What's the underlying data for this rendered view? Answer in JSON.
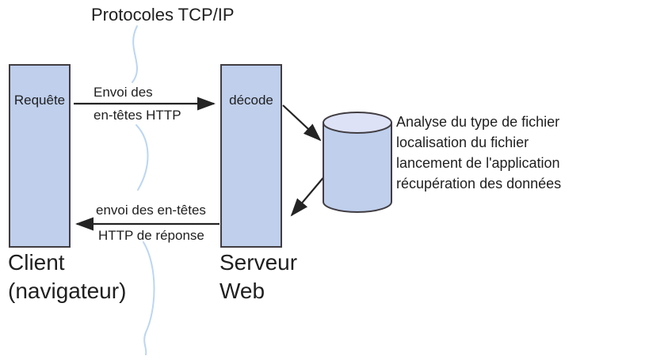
{
  "colors": {
    "background": "#ffffff",
    "box_fill": "#bfcfec",
    "box_border": "#413d42",
    "cylinder_top_fill": "#dde2f6",
    "arrow": "#242424",
    "text": "#1f1f1f",
    "squiggle": "#bcd6f2"
  },
  "title": "Protocoles TCP/IP",
  "client": {
    "box_label": "Requête",
    "caption_line1": "Client",
    "caption_line2": "(navigateur)"
  },
  "server": {
    "box_label": "décode",
    "caption_line1": "Serveur",
    "caption_line2": "Web"
  },
  "arrows": {
    "request": {
      "line1": "Envoi des",
      "line2": "en-têtes HTTP"
    },
    "response": {
      "line1": "envoi des en-têtes",
      "line2": "HTTP de réponse"
    }
  },
  "database": {
    "notes": [
      "Analyse du type de fichier",
      "localisation du fichier",
      "lancement de l'application",
      "récupération des données"
    ]
  }
}
